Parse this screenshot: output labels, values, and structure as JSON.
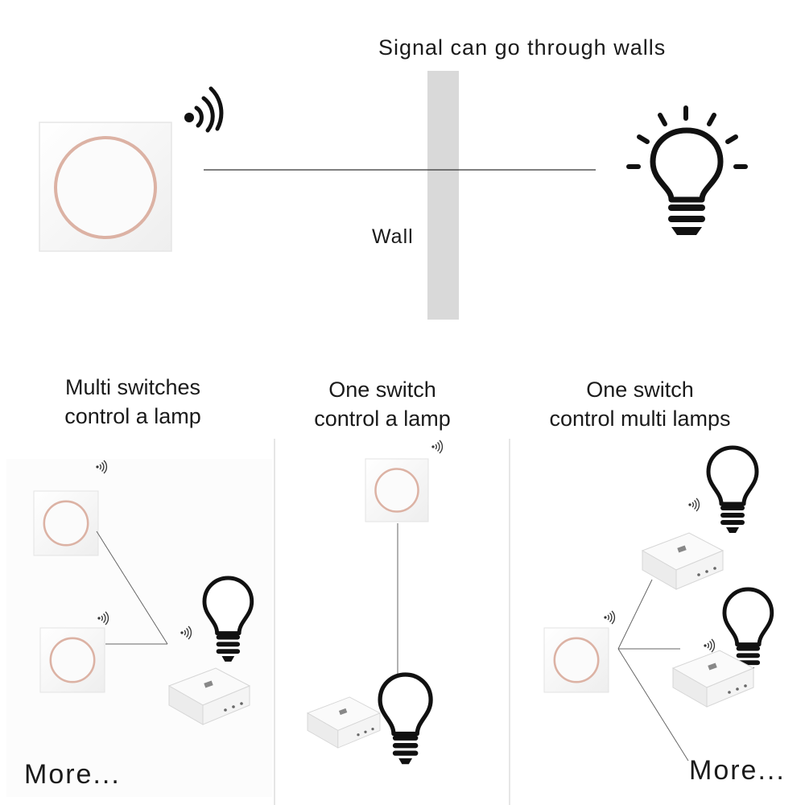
{
  "top_section": {
    "signal_text": "Signal can go through walls",
    "wall_label": "Wall"
  },
  "scenarios": [
    {
      "line1": "Multi switches",
      "line2": "control a lamp",
      "footer": "More..."
    },
    {
      "line1": "One switch",
      "line2": "control a lamp"
    },
    {
      "line1": "One switch",
      "line2": "control multi lamps",
      "footer": "More..."
    }
  ],
  "colors": {
    "switch_ring": "#dcb2a4",
    "wall": "#d9d9d9",
    "line": "#333333",
    "divider": "#dddddd"
  },
  "icons": [
    "wireless-switch-icon",
    "wifi-signal-icon",
    "light-bulb-icon",
    "receiver-module-icon"
  ]
}
